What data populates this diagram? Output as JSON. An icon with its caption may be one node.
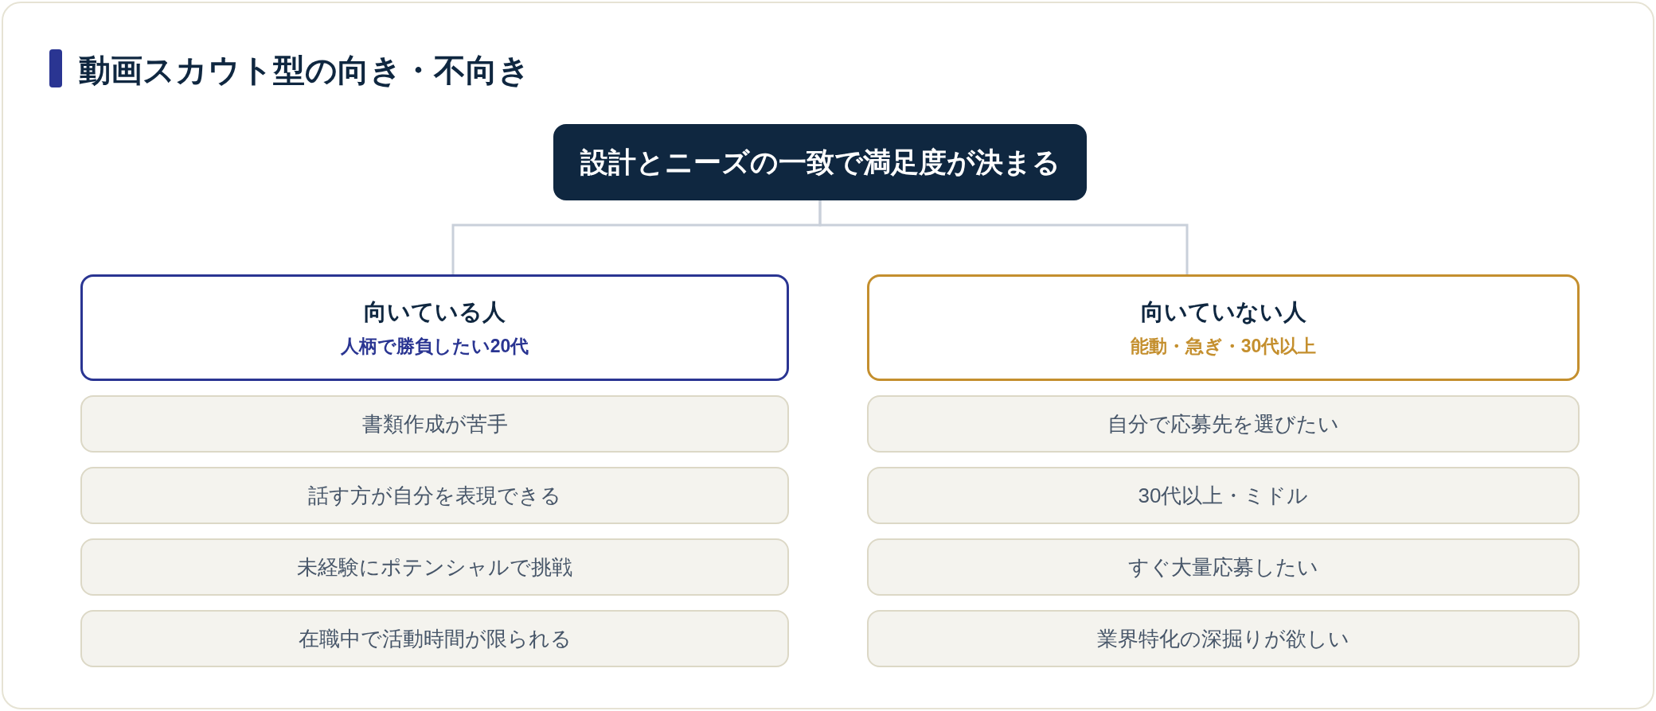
{
  "diagram": {
    "title": "動画スカウト型の向き・不向き",
    "nodes": [
      {
        "text": [
          "設計とニーズの一致で満足度が決まる"
        ]
      },
      {
        "text": [
          "向いている人",
          "人柄で勝負したい20代"
        ]
      },
      {
        "text": [
          "書類作成が苦手"
        ]
      },
      {
        "text": [
          "話す方が自分を表現できる"
        ]
      },
      {
        "text": [
          "未経験にポテンシャルで挑戦"
        ]
      },
      {
        "text": [
          "在職中で活動時間が限られる"
        ]
      },
      {
        "text": [
          "向いていない人",
          "能動・急ぎ・30代以上"
        ]
      },
      {
        "text": [
          "自分で応募先を選びたい"
        ]
      },
      {
        "text": [
          "30代以上・ミドル"
        ]
      },
      {
        "text": [
          "すぐ大量応募したい"
        ]
      },
      {
        "text": [
          "業界特化の深掘りが欲しい"
        ]
      }
    ],
    "edges": [
      {
        "from": 0,
        "to": 1,
        "arrow": "none"
      },
      {
        "from": 0,
        "to": 6,
        "arrow": "none"
      }
    ]
  }
}
